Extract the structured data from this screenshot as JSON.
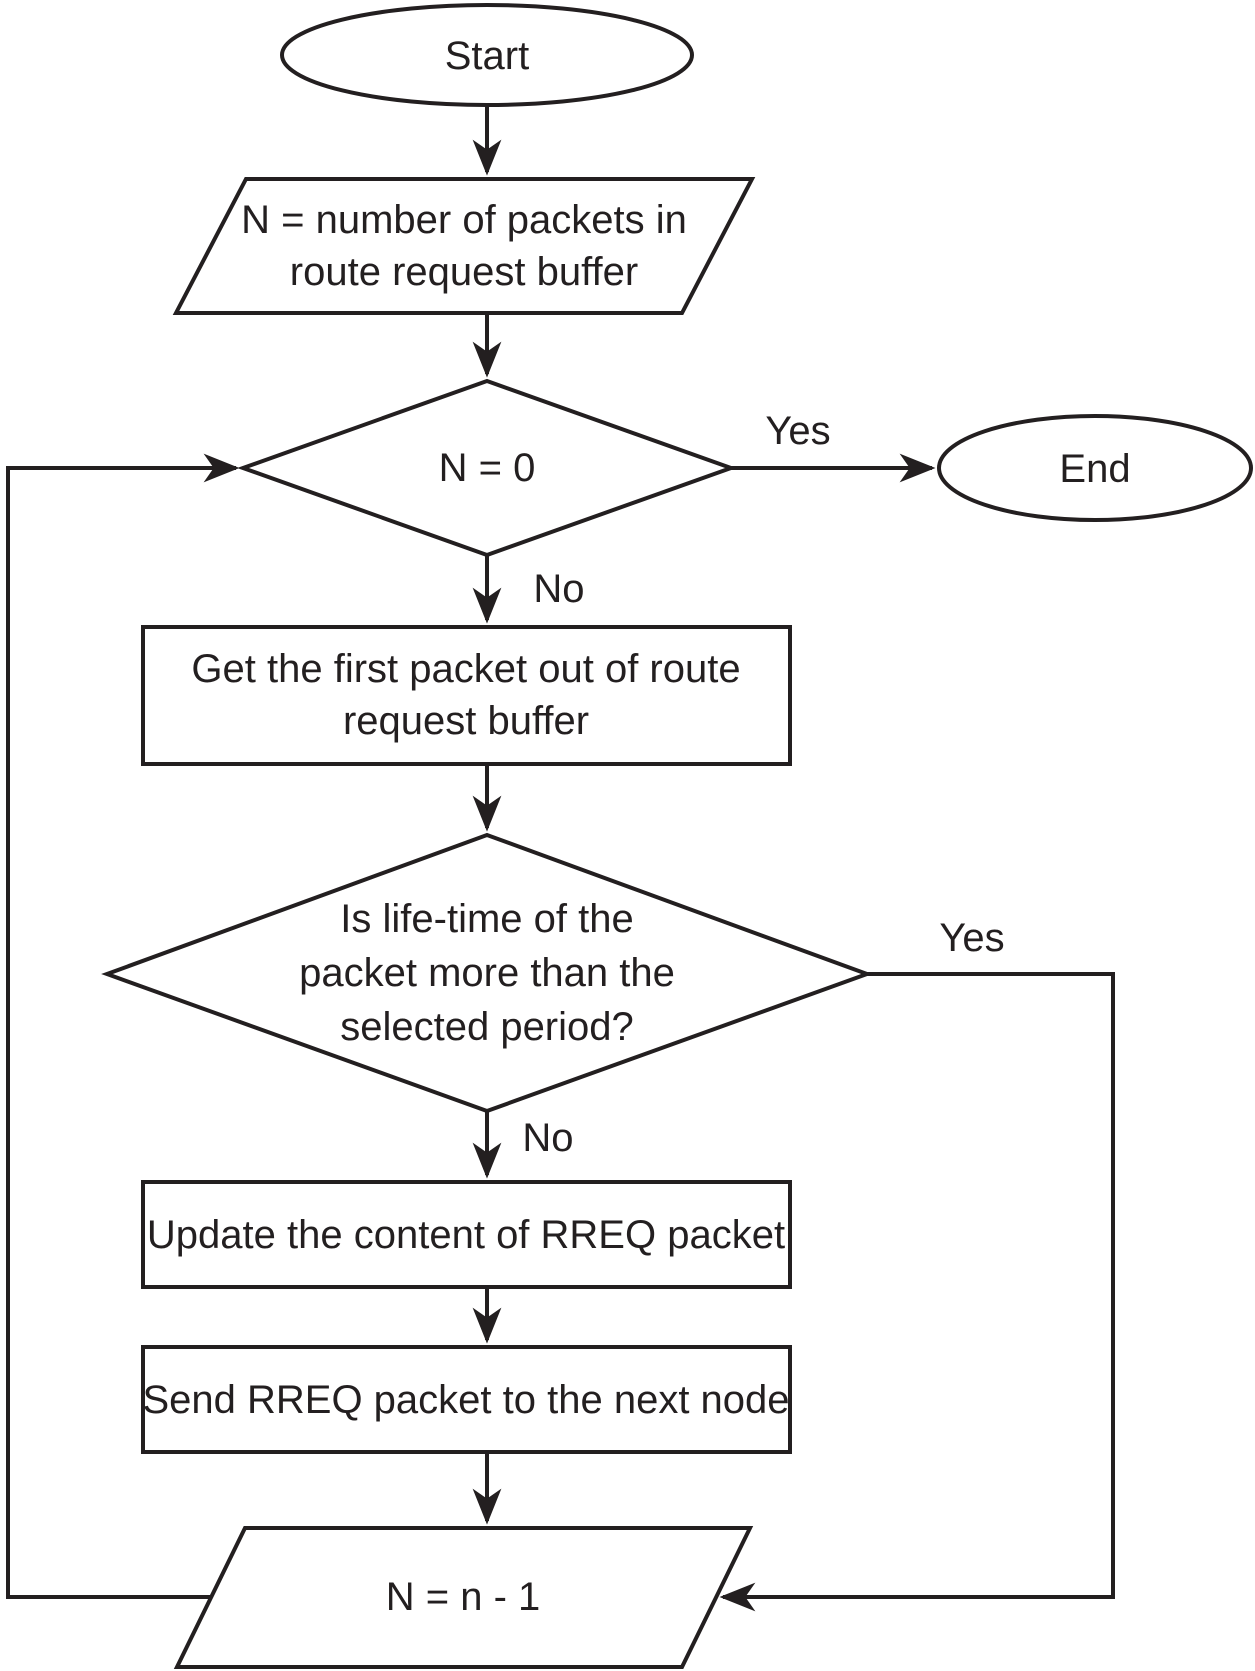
{
  "diagram": {
    "colors": {
      "stroke": "#231f20",
      "fill": "#ffffff",
      "background": "#ffffff"
    },
    "nodes": {
      "start": {
        "type": "terminator",
        "label": "Start"
      },
      "count_packets": {
        "type": "input-output",
        "line1": "N = number of packets in",
        "line2": "route request buffer"
      },
      "n_equals_zero": {
        "type": "decision",
        "label": "N = 0"
      },
      "end": {
        "type": "terminator",
        "label": "End"
      },
      "get_first_packet": {
        "type": "process",
        "line1": "Get the first packet out of route",
        "line2": "request buffer"
      },
      "lifetime_check": {
        "type": "decision",
        "line1": "Is life-time of the",
        "line2": "packet more than the",
        "line3": "selected period?"
      },
      "update_rreq": {
        "type": "process",
        "label": "Update the content of RREQ packet"
      },
      "send_rreq": {
        "type": "process",
        "label": "Send RREQ packet to the next node"
      },
      "decrement_n": {
        "type": "input-output",
        "label": "N = n - 1"
      }
    },
    "edge_labels": {
      "n_zero_yes": "Yes",
      "n_zero_no": "No",
      "lifetime_yes": "Yes",
      "lifetime_no": "No"
    }
  }
}
